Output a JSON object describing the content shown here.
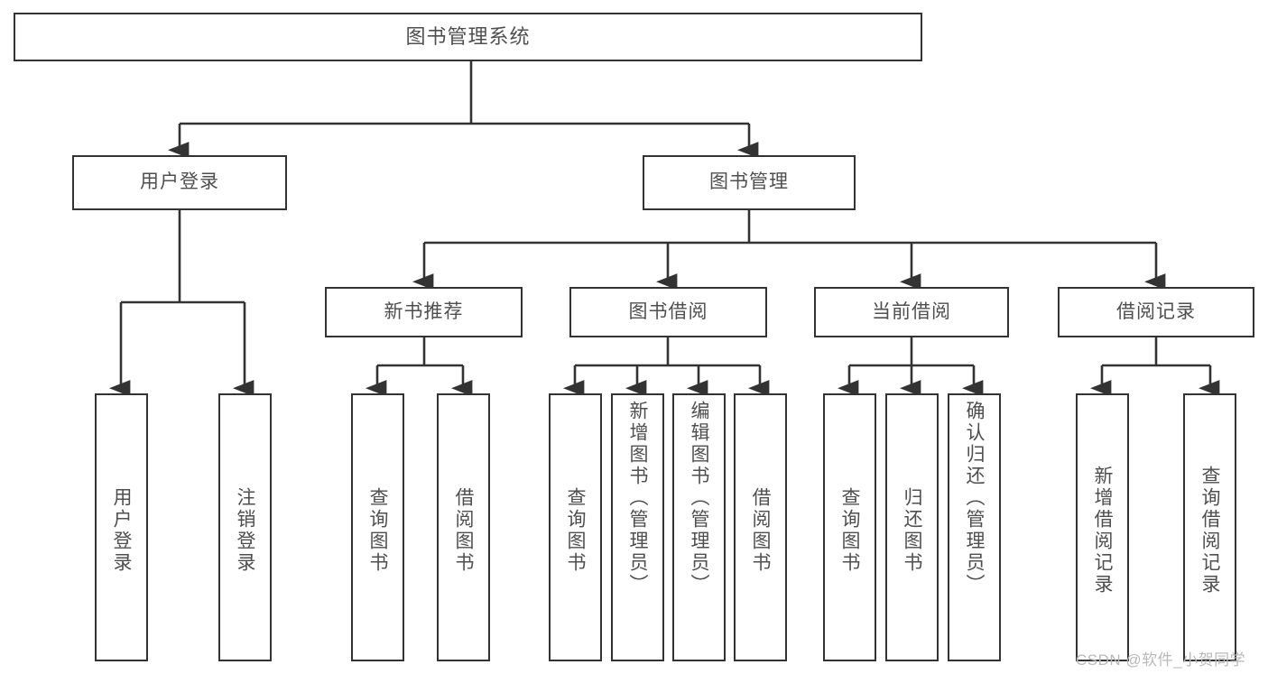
{
  "diagram": {
    "title": "图书管理系统",
    "type": "hierarchy-tree",
    "colors": {
      "box_border": "#333333",
      "box_fill": "#ffffff",
      "text": "#4f4f4f",
      "connector": "#333333",
      "watermark": "#b9b9b9"
    },
    "root": {
      "label": "图书管理系统"
    },
    "level2": [
      {
        "label": "用户登录"
      },
      {
        "label": "图书管理"
      }
    ],
    "level3": [
      {
        "label": "新书推荐"
      },
      {
        "label": "图书借阅"
      },
      {
        "label": "当前借阅"
      },
      {
        "label": "借阅记录"
      }
    ],
    "leaves": {
      "user_login": [
        {
          "label": "用户登录"
        },
        {
          "label": "注销登录"
        }
      ],
      "new_book_recommend": [
        {
          "label": "查询图书"
        },
        {
          "label": "借阅图书"
        }
      ],
      "book_borrow": [
        {
          "label": "查询图书"
        },
        {
          "label": "新增图书（管理员）"
        },
        {
          "label": "编辑图书（管理员）"
        },
        {
          "label": "借阅图书"
        }
      ],
      "current_borrow": [
        {
          "label": "查询图书"
        },
        {
          "label": "归还图书"
        },
        {
          "label": "确认归还（管理员）"
        }
      ],
      "borrow_record": [
        {
          "label": "新增借阅记录"
        },
        {
          "label": "查询借阅记录"
        }
      ]
    },
    "watermark": "CSDN @软件_小贺同学"
  }
}
